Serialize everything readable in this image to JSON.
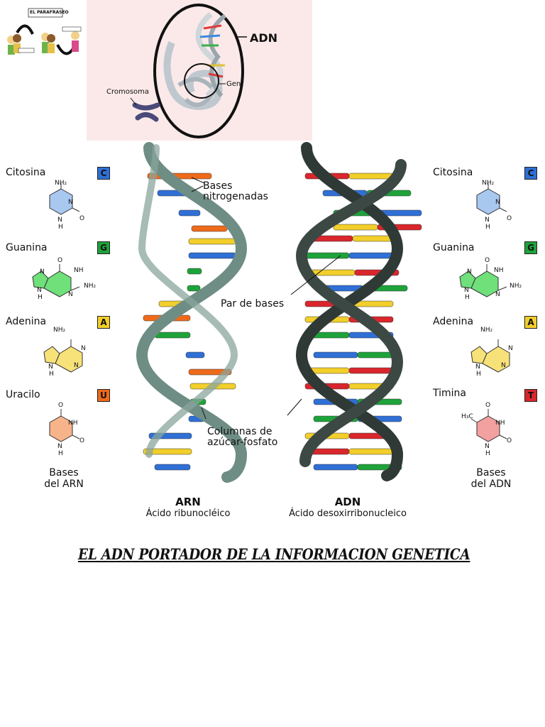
{
  "thumbnail": {
    "title": "EL PARAFRASEO"
  },
  "chromosome_figure": {
    "label_adn": "ADN",
    "label_gen": "Gen",
    "label_cromosoma": "Cromosoma"
  },
  "left_bases": {
    "items": [
      {
        "name": "Citosina",
        "letter": "C",
        "color": "#2f6fd6",
        "mol_color": "#a8c8f0"
      },
      {
        "name": "Guanina",
        "letter": "G",
        "color": "#1ea33a",
        "mol_color": "#6fe07a"
      },
      {
        "name": "Adenina",
        "letter": "A",
        "color": "#f2cf2a",
        "mol_color": "#f7e27a"
      },
      {
        "name": "Uracilo",
        "letter": "U",
        "color": "#ee6a1a",
        "mol_color": "#f7b48a"
      }
    ],
    "caption_line1": "Bases",
    "caption_line2": "del ARN"
  },
  "right_bases": {
    "items": [
      {
        "name": "Citosina",
        "letter": "C",
        "color": "#2f6fd6",
        "mol_color": "#a8c8f0"
      },
      {
        "name": "Guanina",
        "letter": "G",
        "color": "#1ea33a",
        "mol_color": "#6fe07a"
      },
      {
        "name": "Adenina",
        "letter": "A",
        "color": "#f2cf2a",
        "mol_color": "#f7e27a"
      },
      {
        "name": "Timina",
        "letter": "T",
        "color": "#d9262c",
        "mol_color": "#f3a0a0"
      }
    ],
    "caption_line1": "Bases",
    "caption_line2": "del ADN"
  },
  "helix": {
    "label_bases_line1": "Bases",
    "label_bases_line2": "nitrogenadas",
    "label_par": "Par de bases",
    "label_columnas_line1": "Columnas de",
    "label_columnas_line2": "azúcar-fosfato",
    "arn_title": "ARN",
    "arn_subtitle": "Ácido ribunocléico",
    "adn_title": "ADN",
    "adn_subtitle": "Ácido desoxirribonucleico",
    "arn_backbone_color": "#6e8d84",
    "adn_backbone_color": "#2f3a36"
  },
  "chem": {
    "nh2": "NH₂",
    "nh": "NH",
    "n": "N",
    "h": "H",
    "o": "O",
    "h3c": "H₃C"
  },
  "heading": "EL ADN PORTADOR DE LA INFORMACION GENETICA"
}
